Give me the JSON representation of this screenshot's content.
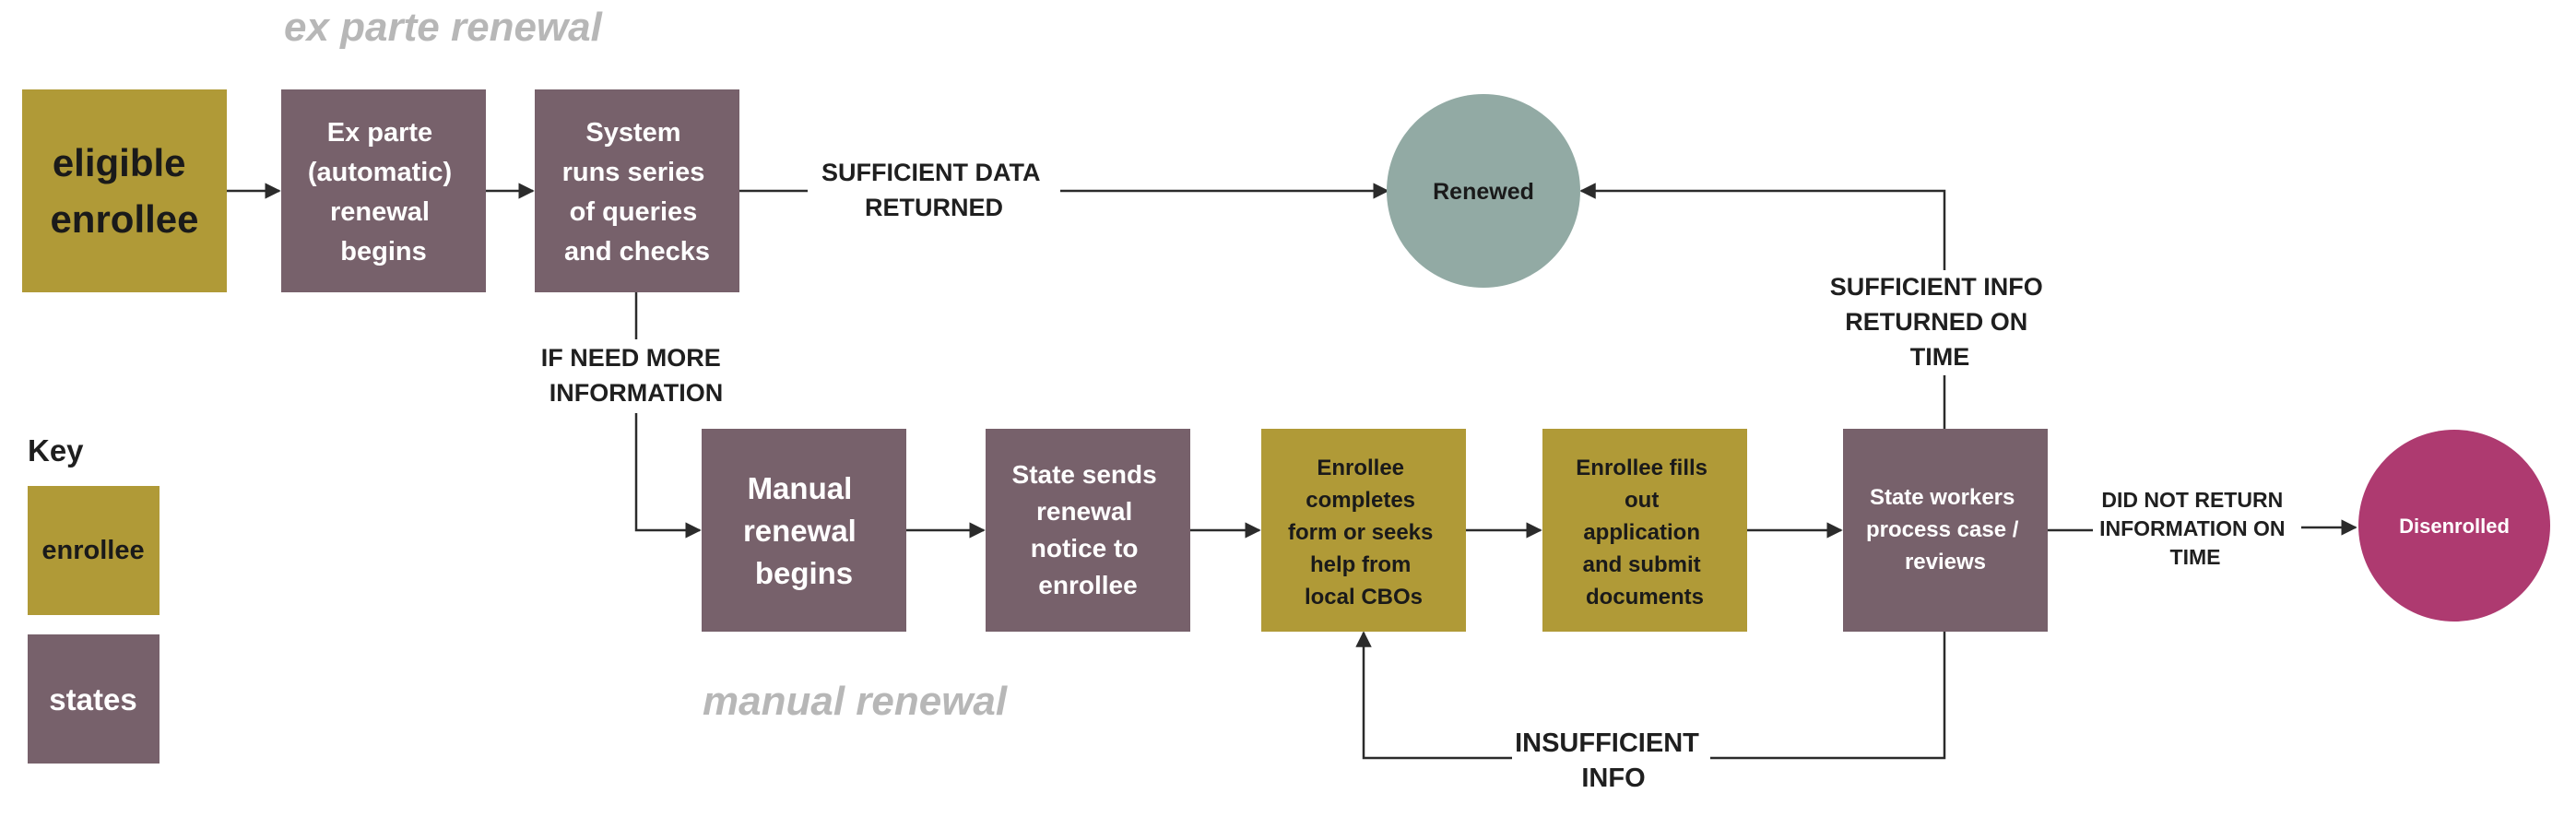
{
  "colors": {
    "enrollee": "#b09a37",
    "states": "#77616b",
    "renewed": "#92aaa4",
    "disenrolled": "#ae3a70",
    "section_title": "#b7b7b7",
    "line": "#2b2b2b",
    "label_text": "#1f1f1f",
    "node_text_light": "#ffffff",
    "node_text_dark": "#1a1a1a"
  },
  "sections": {
    "ex_parte": "ex parte renewal",
    "manual": "manual renewal"
  },
  "key": {
    "title": "Key",
    "enrollee": "enrollee",
    "states": "states"
  },
  "nodes": {
    "eligible": [
      "eligible",
      "enrollee"
    ],
    "ex_parte_begins": [
      "Ex parte",
      "(automatic)",
      "renewal",
      "begins"
    ],
    "system_queries": [
      "System",
      "runs series",
      "of queries",
      "and checks"
    ],
    "renewed": [
      "Renewed"
    ],
    "manual_begins": [
      "Manual",
      "renewal",
      "begins"
    ],
    "state_sends": [
      "State sends",
      "renewal",
      "notice to",
      "enrollee"
    ],
    "enrollee_completes": [
      "Enrollee",
      "completes",
      "form or seeks",
      "help from",
      "local CBOs"
    ],
    "enrollee_fills": [
      "Enrollee fills",
      "out",
      "application",
      "and submit",
      "documents"
    ],
    "state_workers": [
      "State workers",
      "process case /",
      "reviews"
    ],
    "disenrolled": [
      "Disenrolled"
    ]
  },
  "edge_labels": {
    "sufficient_data": [
      "SUFFICIENT DATA",
      "RETURNED"
    ],
    "need_more": [
      "IF NEED MORE",
      "INFORMATION"
    ],
    "sufficient_info": [
      "SUFFICIENT INFO",
      "RETURNED ON",
      "TIME"
    ],
    "did_not_return": [
      "DID NOT RETURN",
      "INFORMATION ON",
      "TIME"
    ],
    "insufficient": [
      "INSUFFICIENT",
      "INFO"
    ]
  }
}
